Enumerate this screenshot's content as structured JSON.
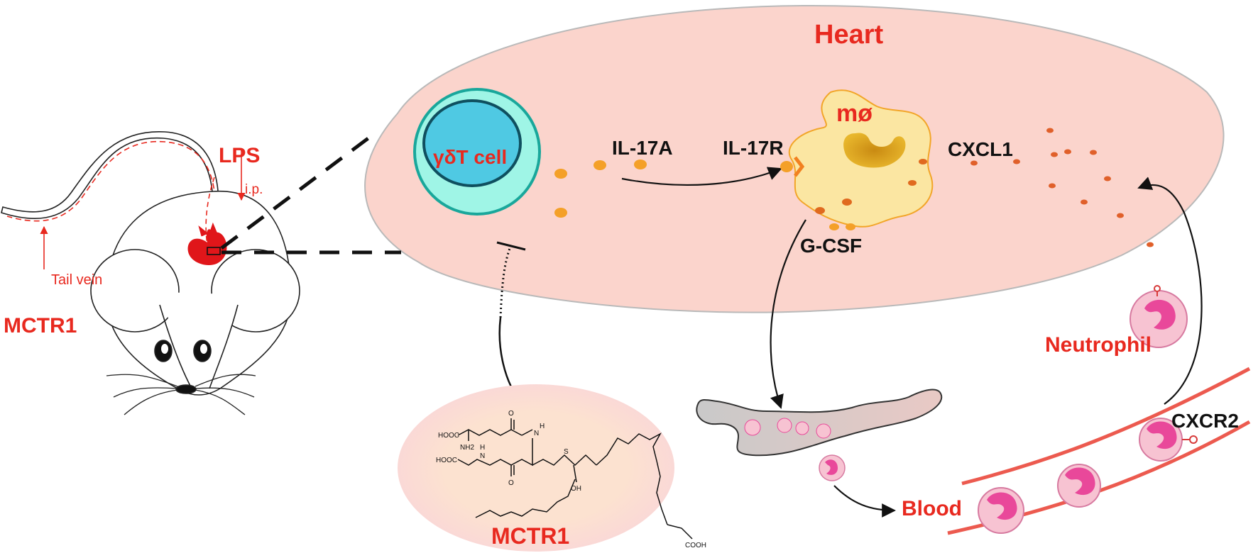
{
  "labels": {
    "heart": "Heart",
    "gdt_cell": "γδT cell",
    "il17a": "IL-17A",
    "il17r": "IL-17R",
    "macrophage": "mø",
    "cxcl1": "CXCL1",
    "gcsf": "G-CSF",
    "neutrophil": "Neutrophil",
    "cxcr2": "CXCR2",
    "blood": "Blood",
    "lps": "LPS",
    "ip": "i.p.",
    "tail_vein": "Tail vein",
    "mctr1_mouse": "MCTR1",
    "mctr1_structure": "MCTR1"
  },
  "structure_text": {
    "hooc_top": "HOOC",
    "nh2": "NH2",
    "hooc_left": "HOOC",
    "n_left": "N",
    "h_left": "H",
    "o_top": "O",
    "n_top": "N",
    "h_top": "H",
    "o_bottom": "O",
    "s": "S",
    "oh": "OH",
    "cooh": "COOH"
  },
  "colors": {
    "heart_fill": "#fbd4cc",
    "heart_stroke": "#b7b7b7",
    "red_label": "#e8291f",
    "cell_outer": "#9ff5e6",
    "cell_nucleus": "#4fc9e3",
    "macrophage_fill": "#fbe6a2",
    "cytokine": "#f4a028",
    "neutrophil_fill": "#f7c3d2",
    "vessel": "#ec5a4f",
    "mctr1_bg": "#fce2d0"
  }
}
